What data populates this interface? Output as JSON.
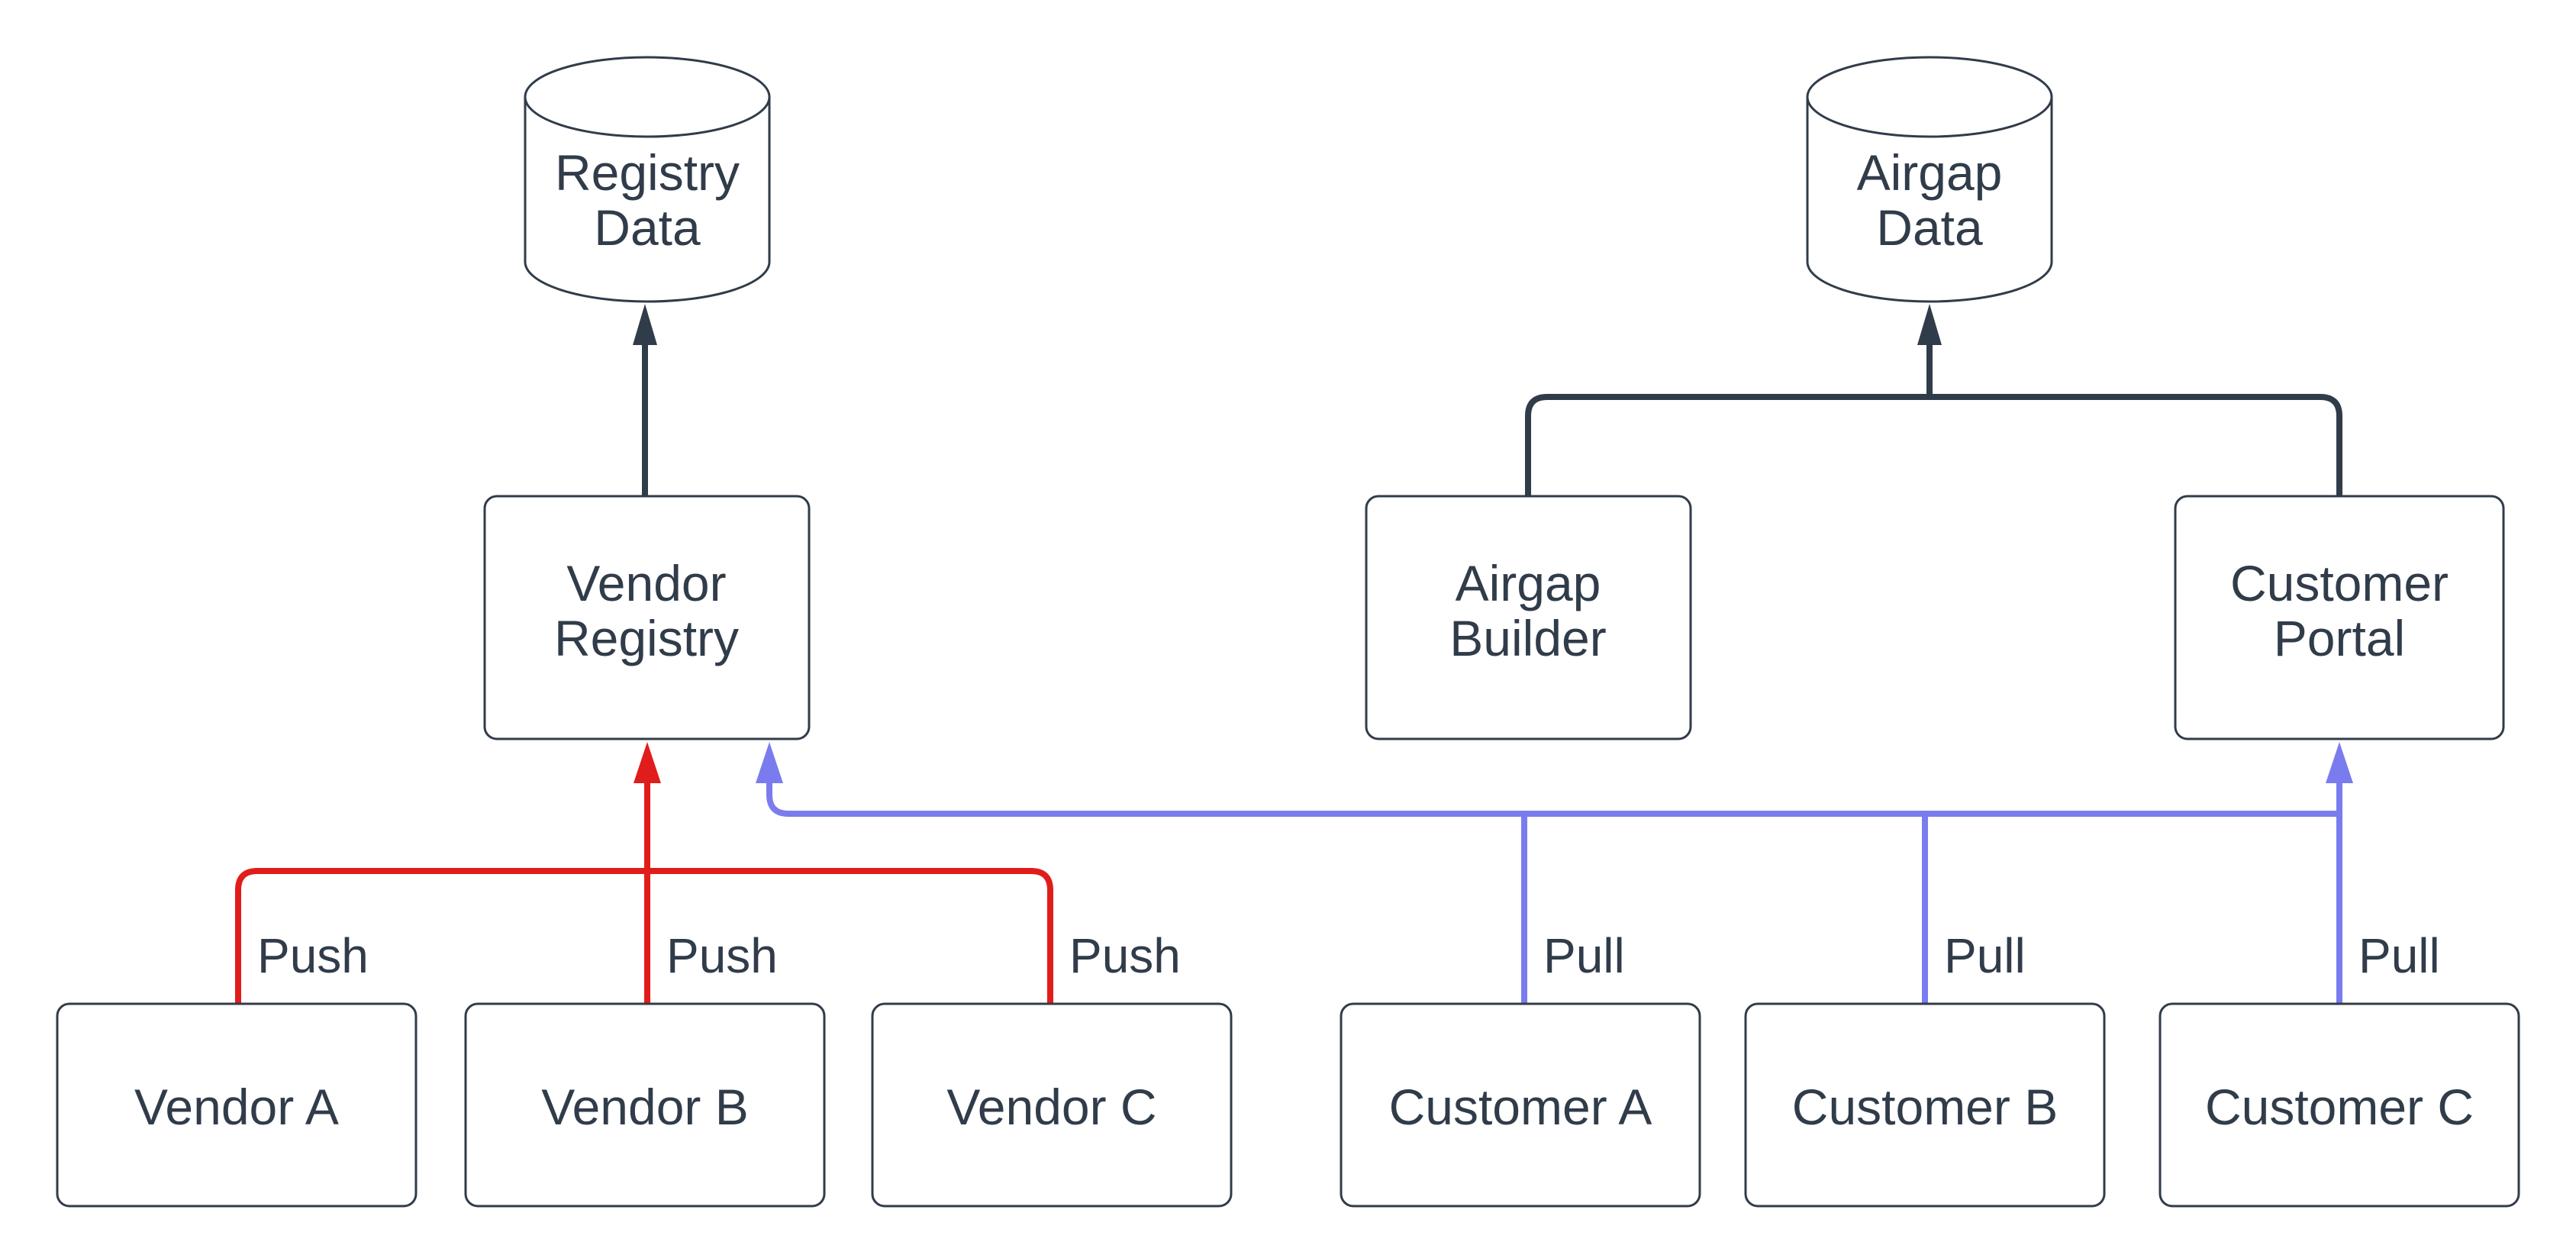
{
  "colors": {
    "background": "#ffffff",
    "node_fill": "#ffffff",
    "stroke_dark": "#313c4a",
    "text": "#313c4a",
    "edge_red": "#e11d1b",
    "edge_blue": "#7a7cee"
  },
  "nodes": {
    "registry_data": {
      "type": "cylinder",
      "line1": "Registry",
      "line2": "Data"
    },
    "airgap_data": {
      "type": "cylinder",
      "line1": "Airgap",
      "line2": "Data"
    },
    "vendor_registry": {
      "type": "box",
      "line1": "Vendor",
      "line2": "Registry"
    },
    "airgap_builder": {
      "type": "box",
      "line1": "Airgap",
      "line2": "Builder"
    },
    "customer_portal": {
      "type": "box",
      "line1": "Customer",
      "line2": "Portal"
    },
    "vendor_a": {
      "type": "box",
      "label": "Vendor A"
    },
    "vendor_b": {
      "type": "box",
      "label": "Vendor B"
    },
    "vendor_c": {
      "type": "box",
      "label": "Vendor C"
    },
    "customer_a": {
      "type": "box",
      "label": "Customer A"
    },
    "customer_b": {
      "type": "box",
      "label": "Customer B"
    },
    "customer_c": {
      "type": "box",
      "label": "Customer C"
    }
  },
  "edge_labels": {
    "push": "Push",
    "pull": "Pull"
  },
  "edges": [
    {
      "from": "Vendor Registry",
      "to": "Registry Data",
      "label": "",
      "color": "dark"
    },
    {
      "from": "Airgap Builder",
      "to": "Airgap Data",
      "label": "",
      "color": "dark"
    },
    {
      "from": "Customer Portal",
      "to": "Airgap Data",
      "label": "",
      "color": "dark"
    },
    {
      "from": "Vendor A",
      "to": "Vendor Registry",
      "label": "Push",
      "color": "red"
    },
    {
      "from": "Vendor B",
      "to": "Vendor Registry",
      "label": "Push",
      "color": "red"
    },
    {
      "from": "Vendor C",
      "to": "Vendor Registry",
      "label": "Push",
      "color": "red"
    },
    {
      "from": "Customer A",
      "to": "Vendor Registry",
      "label": "Pull",
      "color": "blue"
    },
    {
      "from": "Customer B",
      "to": "Vendor Registry",
      "label": "Pull",
      "color": "blue"
    },
    {
      "from": "Customer C",
      "to": "Vendor Registry",
      "label": "Pull",
      "color": "blue"
    },
    {
      "from": "Customer C",
      "to": "Customer Portal",
      "label": "Pull",
      "color": "blue"
    }
  ]
}
